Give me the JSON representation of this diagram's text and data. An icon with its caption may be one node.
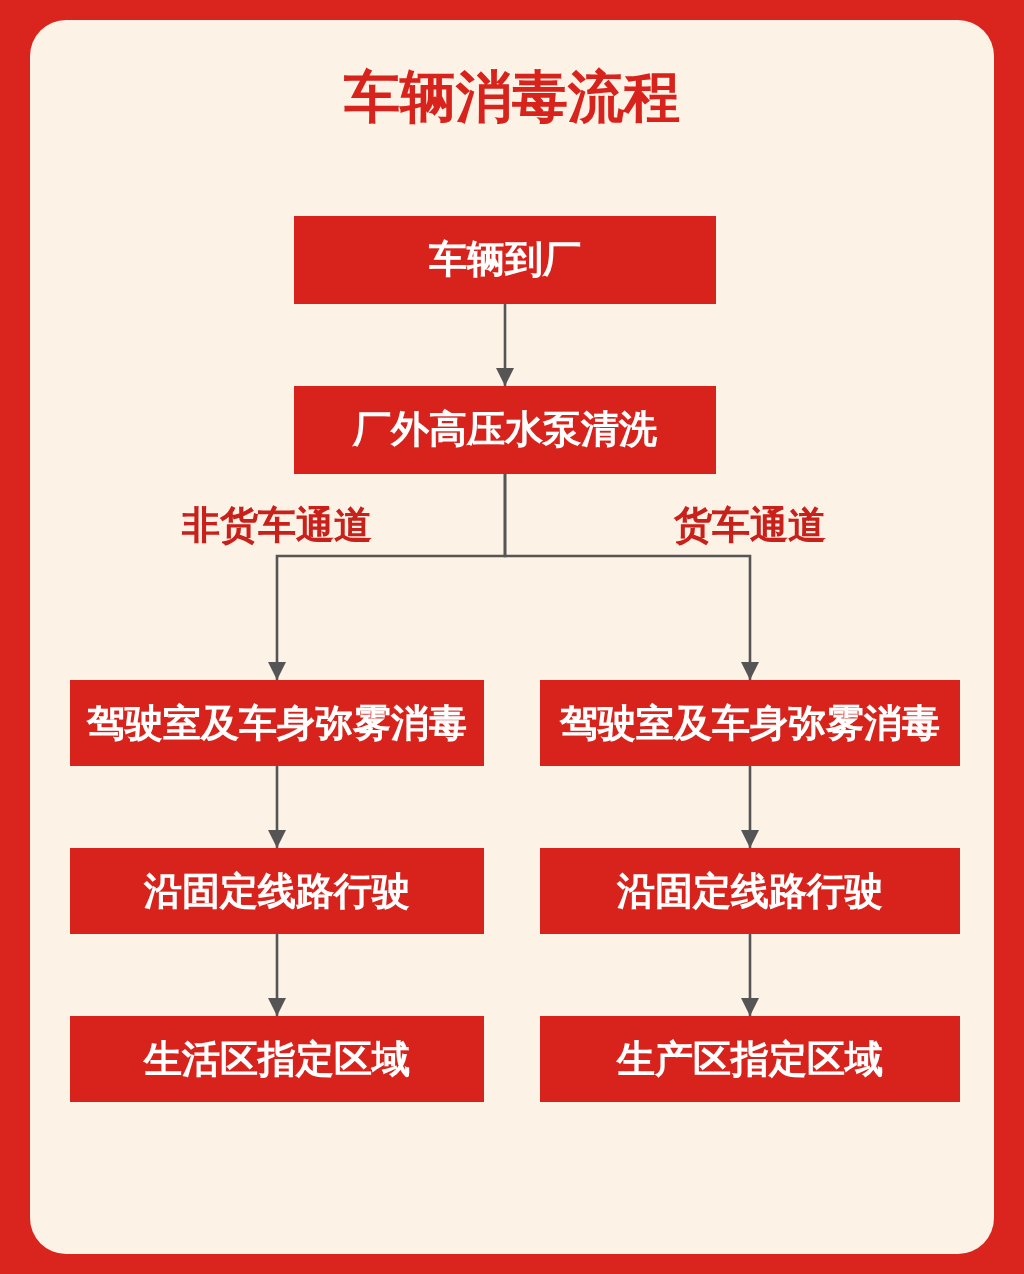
{
  "diagram": {
    "title": "车辆消毒流程",
    "nodes": [
      {
        "text": [
          "车辆到厂"
        ]
      },
      {
        "text": [
          "厂外高压水泵清洗"
        ]
      },
      {
        "text": [
          "驾驶室及车身弥雾消毒"
        ]
      },
      {
        "text": [
          "沿固定线路行驶"
        ]
      },
      {
        "text": [
          "生活区指定区域"
        ]
      },
      {
        "text": [
          "驾驶室及车身弥雾消毒"
        ]
      },
      {
        "text": [
          "沿固定线路行驶"
        ]
      },
      {
        "text": [
          "生产区指定区域"
        ]
      }
    ],
    "edges": [
      {
        "from": 0,
        "to": 1,
        "arrow": "to"
      },
      {
        "from": 1,
        "to": 2,
        "arrow": "to",
        "label": "非货车通道"
      },
      {
        "from": 1,
        "to": 5,
        "arrow": "to",
        "label": "货车通道"
      },
      {
        "from": 2,
        "to": 3,
        "arrow": "to"
      },
      {
        "from": 3,
        "to": 4,
        "arrow": "to"
      },
      {
        "from": 5,
        "to": 6,
        "arrow": "to"
      },
      {
        "from": 6,
        "to": 7,
        "arrow": "to"
      }
    ]
  }
}
